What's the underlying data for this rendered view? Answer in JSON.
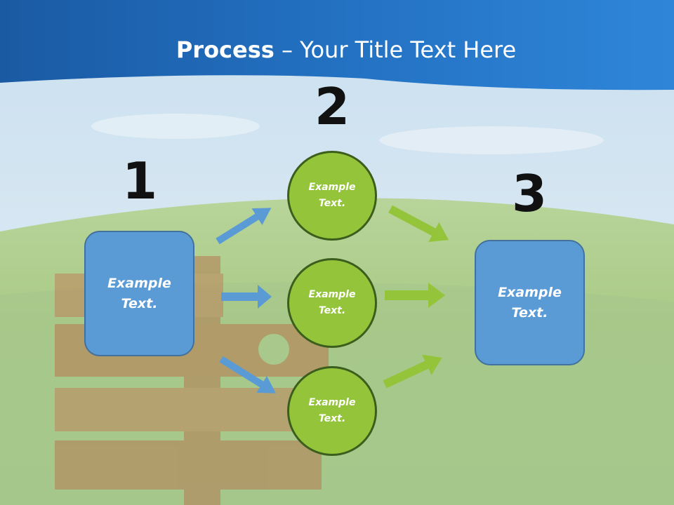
{
  "slide": {
    "title_bold": "Process",
    "title_rest": " – Your Title Text Here"
  },
  "steps": {
    "one": "1",
    "two": "2",
    "three": "3"
  },
  "nodes": {
    "left_box": "Example Text.",
    "circle_top": "Example Text.",
    "circle_middle": "Example Text.",
    "circle_bottom": "Example Text.",
    "right_box": "Example Text."
  },
  "colors": {
    "box_fill": "#5b9bd5",
    "circle_fill": "#94c43a",
    "blue_arrow": "#5b9bd5",
    "green_arrow": "#94c43a",
    "header_blue": "#1f63ad"
  }
}
